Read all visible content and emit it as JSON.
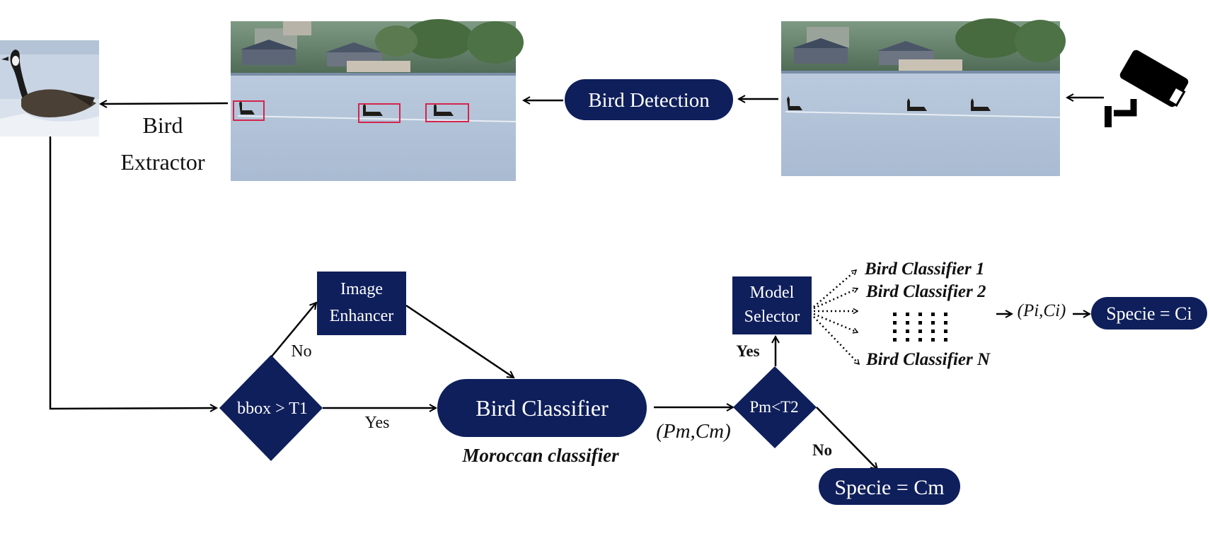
{
  "colors": {
    "node_fill": "#0f1f5c",
    "node_text": "#ffffff",
    "arrow": "#000000",
    "bbox_red": "#d3254d",
    "water": "#b9c8db",
    "treeline": "#5d7a4c"
  },
  "nodes": {
    "bird_detection": "Bird Detection",
    "image_enhancer_line1": "Image",
    "image_enhancer_line2": "Enhancer",
    "bbox_decision": "bbox > T1",
    "bird_classifier": "Bird Classifier",
    "pm_decision": "Pm<T2",
    "model_selector_line1": "Model",
    "model_selector_line2": "Selector",
    "specie_ci": "Specie = Ci",
    "specie_cm": "Specie = Cm"
  },
  "labels": {
    "bird_extractor_line1": "Bird",
    "bird_extractor_line2": "Extractor",
    "no_enhancer": "No",
    "yes_classifier": "Yes",
    "moroccan_classifier": "Moroccan classifier",
    "pm_cm": "(Pm,Cm)",
    "yes_selector": "Yes",
    "no_specie": "No",
    "pi_ci": "(Pi,Ci)"
  },
  "classifiers": {
    "c1": "Bird Classifier 1",
    "c2": "Bird Classifier 2",
    "cn": "Bird Classifier N"
  },
  "icons": {
    "camera": "security-camera-icon"
  }
}
